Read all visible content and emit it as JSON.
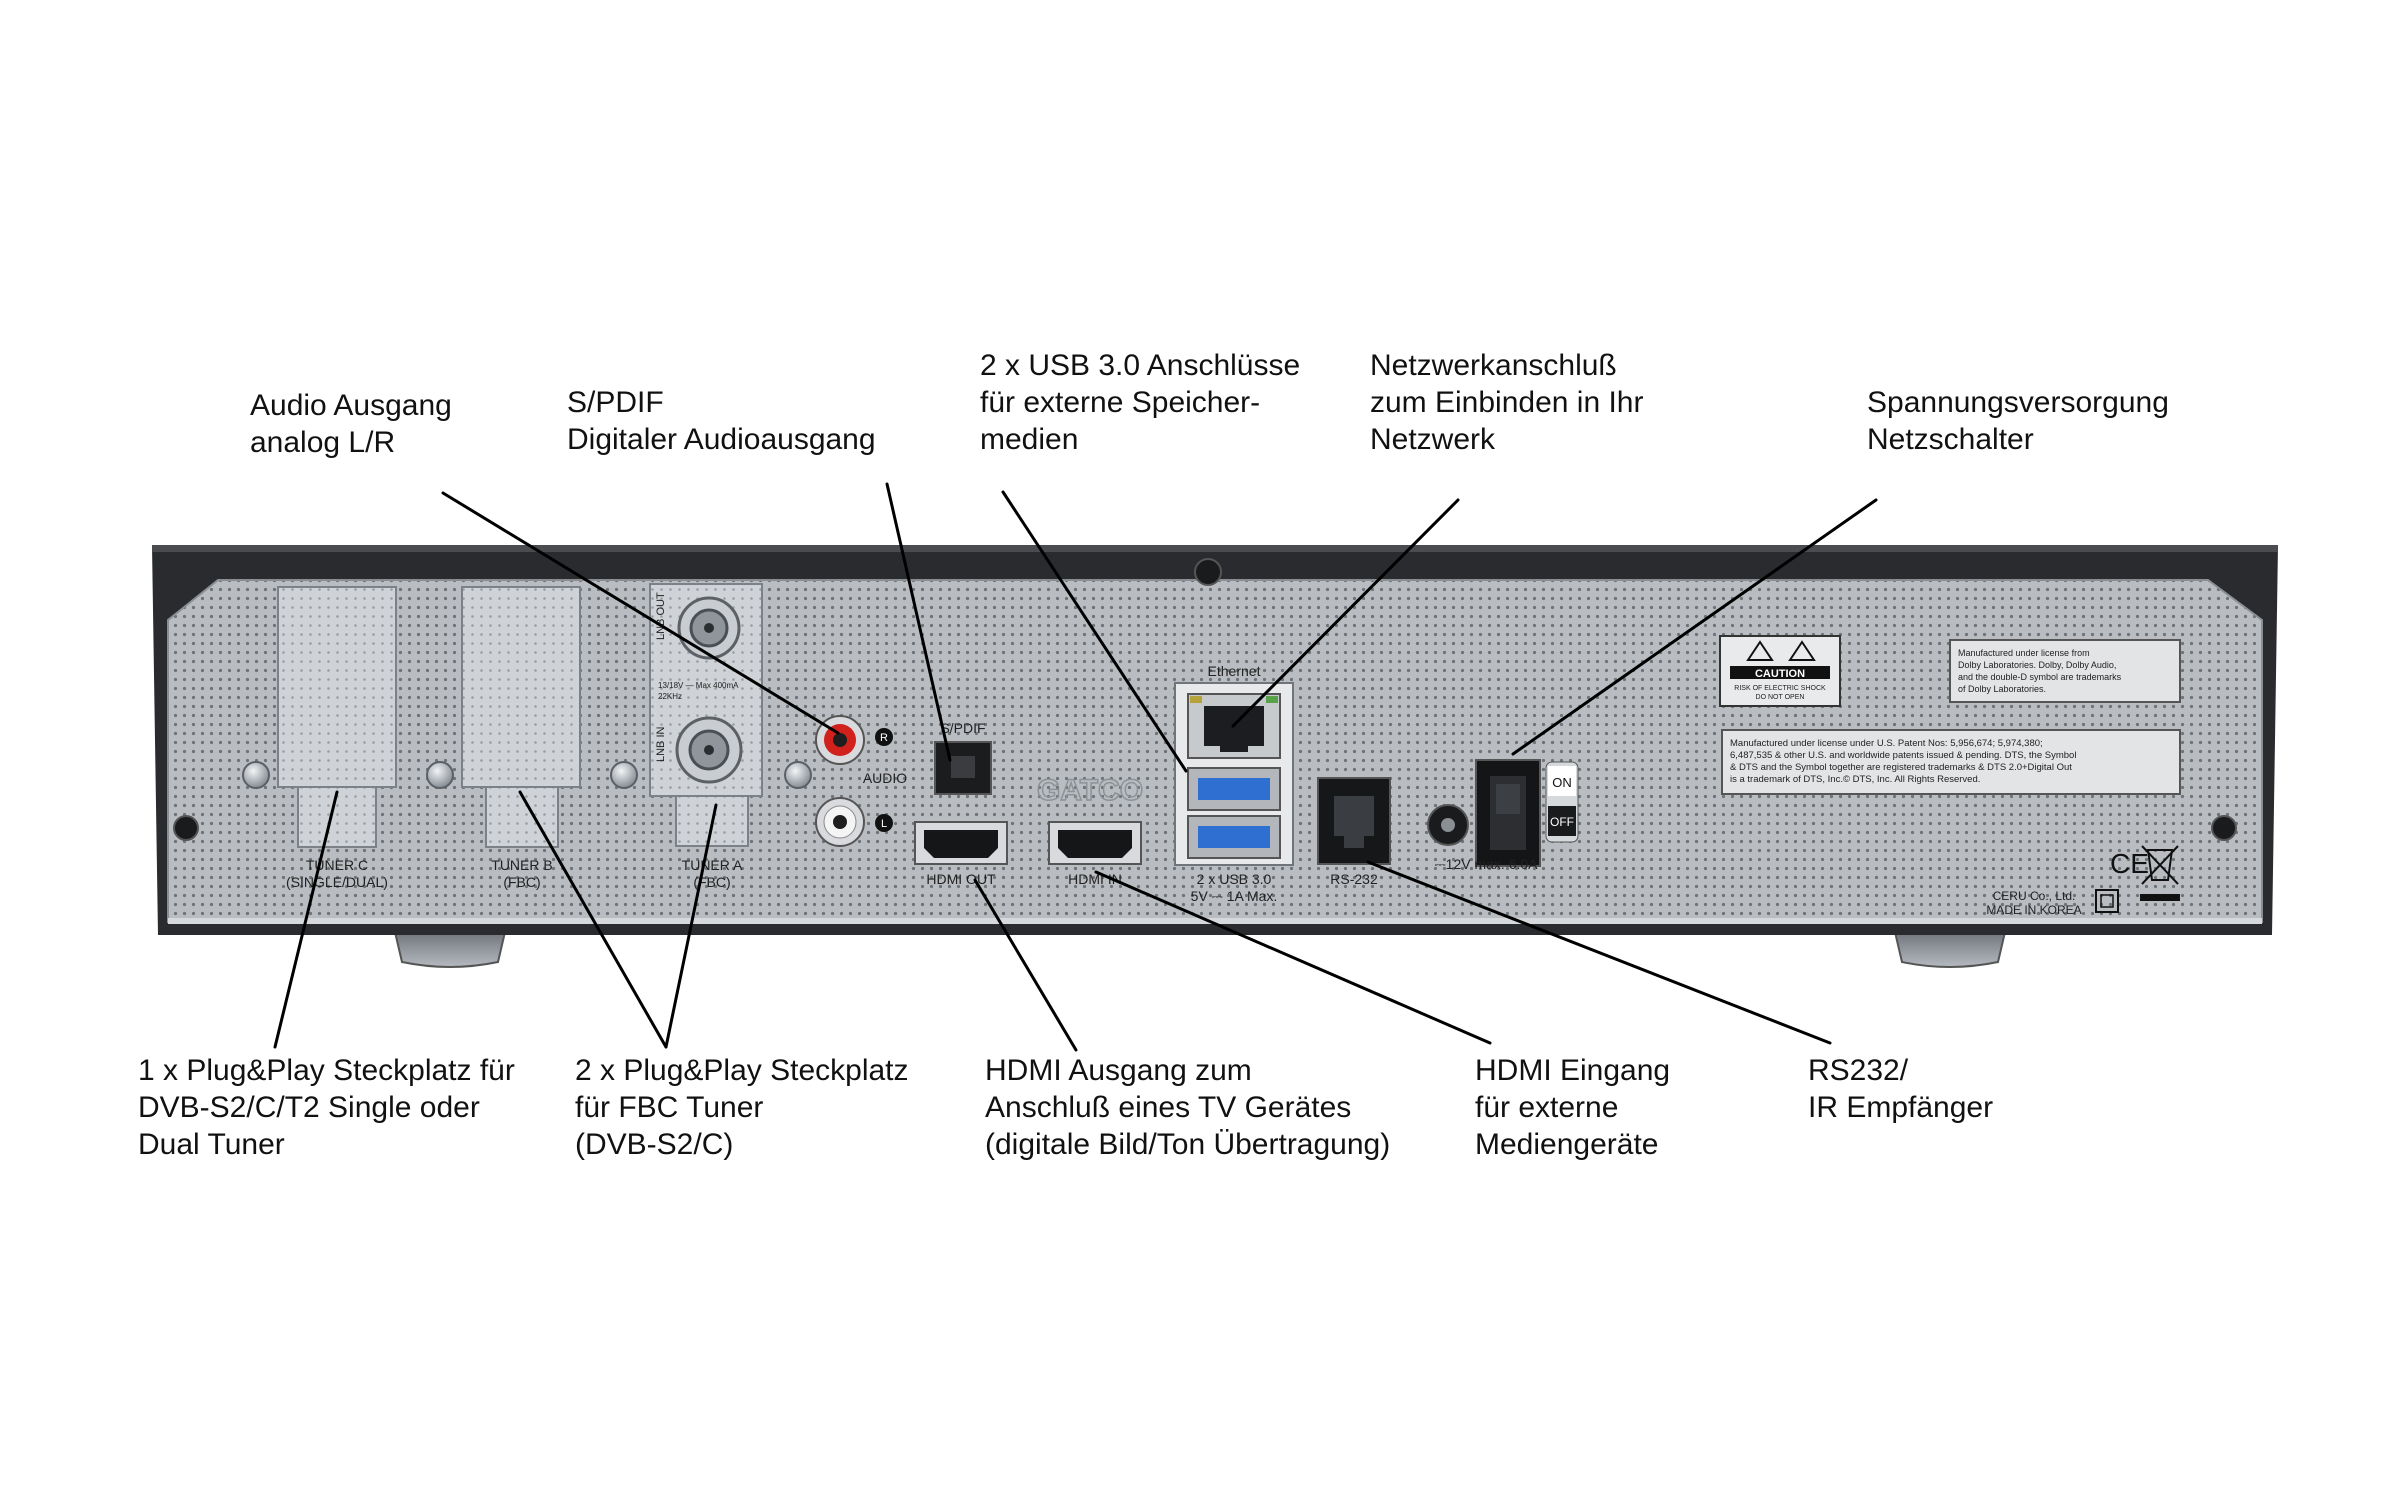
{
  "annotations": {
    "audio": [
      "Audio Ausgang",
      "analog L/R"
    ],
    "spdif": [
      "S/PDIF",
      "Digitaler Audioausgang"
    ],
    "usb": [
      "2 x USB 3.0 Anschlüsse",
      "für externe Speicher-",
      "medien"
    ],
    "network": [
      "Netzwerkanschluß",
      "zum Einbinden in Ihr",
      "Netzwerk"
    ],
    "power": [
      "Spannungsversorgung",
      "Netzschalter"
    ],
    "tuner_single": [
      "1 x Plug&Play Steckplatz für",
      "DVB-S2/C/T2 Single oder",
      "Dual Tuner"
    ],
    "tuner_fbc": [
      "2 x Plug&Play Steckplatz",
      "für FBC Tuner",
      "(DVB-S2/C)"
    ],
    "hdmi_out": [
      "HDMI Ausgang zum",
      "Anschluß eines TV Gerätes",
      "(digitale Bild/Ton Übertragung)"
    ],
    "hdmi_in": [
      "HDMI Eingang",
      "für externe",
      "Mediengeräte"
    ],
    "rs232": [
      "RS232/",
      "IR Empfänger"
    ]
  },
  "panel_labels": {
    "tuner_c": [
      "TUNER C",
      "(SINGLE/DUAL)"
    ],
    "tuner_b": [
      "TUNER B",
      "(FBC)"
    ],
    "tuner_a": [
      "TUNER A",
      "(FBC)"
    ],
    "lnb_out": "LNB OUT",
    "lnb_in": "LNB IN",
    "lnb_spec": [
      "13/18V — Max 400mA",
      "22KHz"
    ],
    "audio": "AUDIO",
    "audio_r": "R",
    "audio_l": "L",
    "spdif": "S/PDIF",
    "brand": "GATCO",
    "hdmi_out": "HDMI OUT",
    "hdmi_in": "HDMI IN",
    "ethernet": "Ethernet",
    "usb": [
      "2 x USB 3.0",
      "5V ⎓ 1A Max."
    ],
    "rs232": "RS-232",
    "power": "⎓12V max. 6.0A",
    "on": "ON",
    "off": "OFF",
    "caution": [
      "CAUTION",
      "RISK OF ELECTRIC SHOCK",
      "DO NOT OPEN"
    ],
    "dolby": [
      "Manufactured under license from",
      "Dolby Laboratories. Dolby, Dolby Audio,",
      "and the double-D symbol are trademarks",
      "of Dolby Laboratories."
    ],
    "dts": [
      "Manufactured under license under U.S. Patent Nos: 5,956,674; 5,974,380;",
      "6,487,535 & other U.S. and worldwide patents issued & pending. DTS, the Symbol",
      "& DTS and the Symbol together are registered trademarks & DTS 2.0+Digital Out",
      "is a trademark of DTS, Inc.© DTS, Inc. All Rights Reserved."
    ],
    "ce": "CE",
    "maker": [
      "CERU Co., Ltd.",
      "MADE IN KOREA"
    ]
  },
  "colors": {
    "chassis": "#2a2b2e",
    "panel": "#b9bdc2",
    "dots": "#6e7378",
    "accent_usb": "#2f6fd1",
    "rca_red": "#d0211d"
  }
}
